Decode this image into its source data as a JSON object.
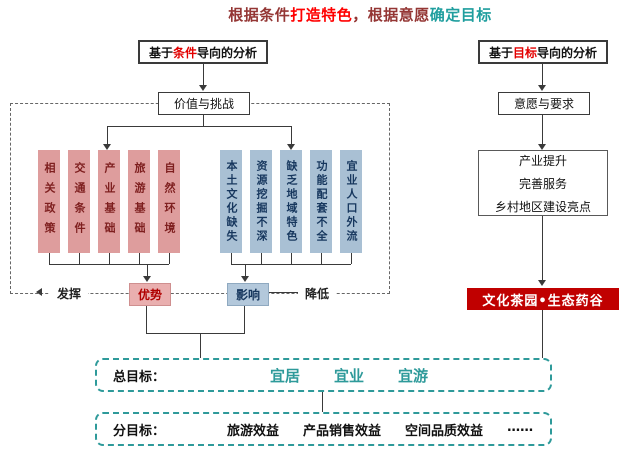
{
  "title": {
    "seg1": "根据条件",
    "seg2": "打造特色",
    "seg3": "，根据意愿",
    "seg4": "确定目标"
  },
  "left": {
    "header": {
      "pre": "基于",
      "highlight": "条件",
      "post": "导向的分析"
    },
    "value_challenge_box": "价值与挑战",
    "pink_factors": [
      "相关政策",
      "交通条件",
      "产业基础",
      "旅游基础",
      "自然环境"
    ],
    "blue_factors": [
      "本土文化缺失",
      "资源挖掘不深",
      "缺乏地域特色",
      "功能配套不全",
      "宜业人口外流"
    ],
    "exert_label": "发挥",
    "advantage_label": "优势",
    "impact_label": "影响",
    "reduce_label": "降低"
  },
  "right": {
    "header": {
      "pre": "基于",
      "highlight": "目标",
      "post": "导向的分析"
    },
    "wish_box": "意愿与要求",
    "goals": [
      "产业提升",
      "完善服务",
      "乡村地区建设亮点"
    ],
    "positioning": "文化茶园•生态药谷"
  },
  "bottom": {
    "total_label": "总目标：",
    "total_items": [
      "宜居",
      "宜业",
      "宜游"
    ],
    "sub_label": "分目标：",
    "sub_items": [
      "旅游效益",
      "产品销售效益",
      "空间品质效益",
      "……"
    ]
  },
  "colors": {
    "accent_red": "#C00000",
    "highlight_red": "#FF0000",
    "title_dark_red": "#943634",
    "teal": "#2E9A9A",
    "factor_pink_bg": "#DE9D9D",
    "factor_pink_text": "#7E1F1F",
    "factor_blue_bg": "#A9C0D4",
    "factor_blue_text": "#17375E"
  }
}
